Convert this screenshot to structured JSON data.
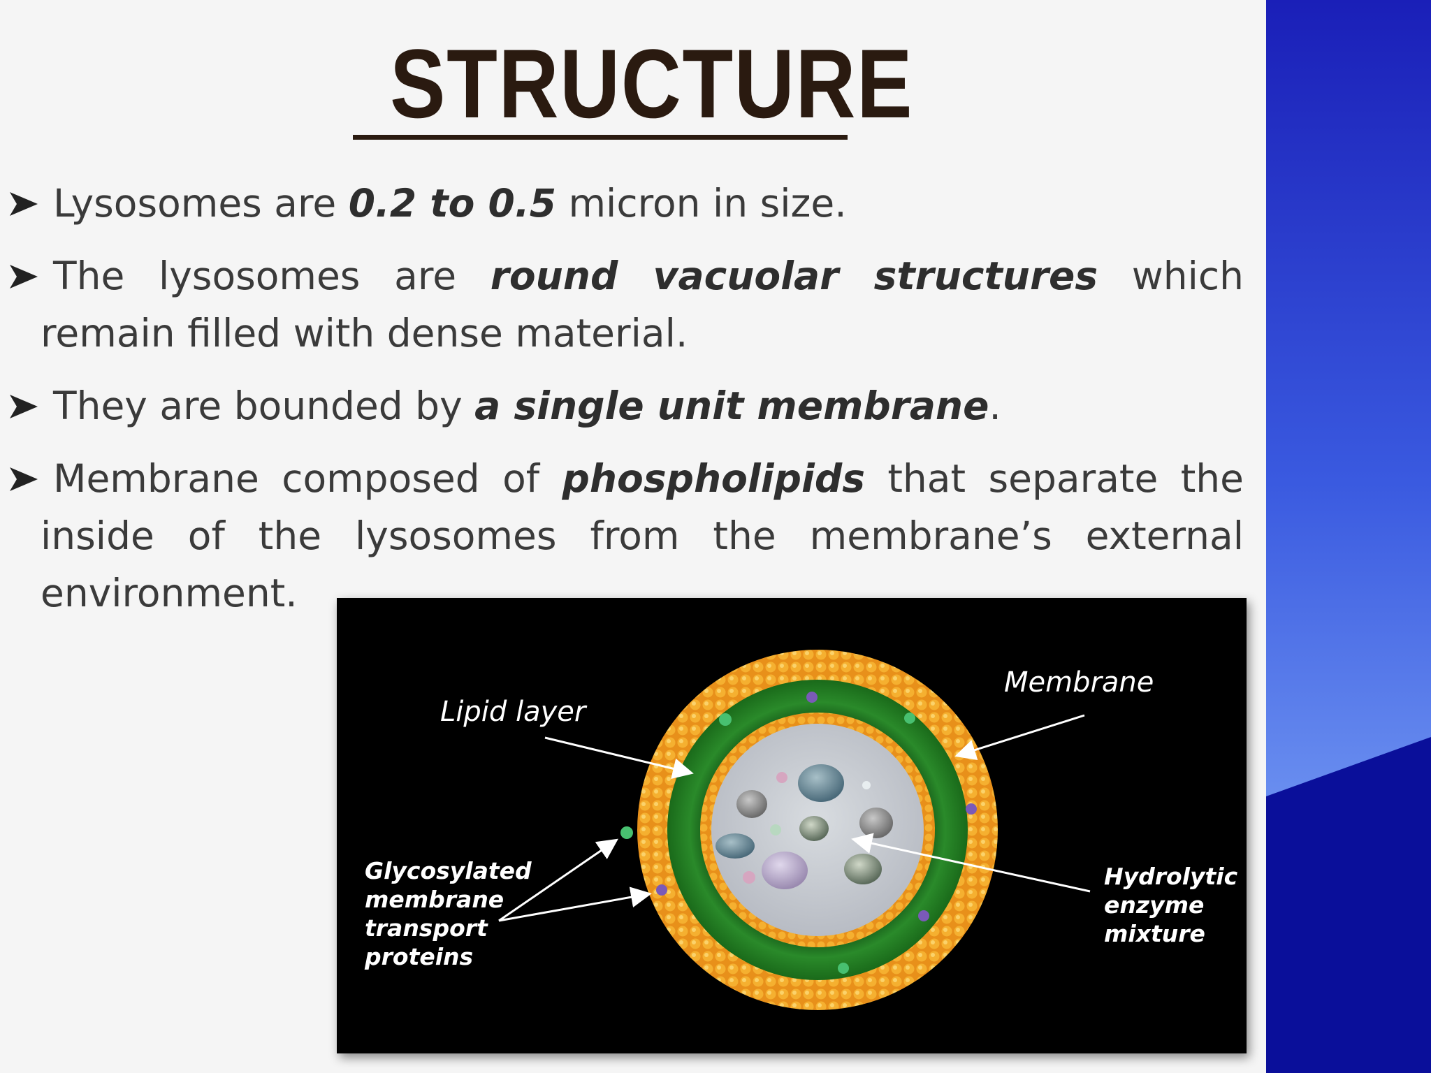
{
  "slide": {
    "title": "STRUCTURE",
    "bullets": [
      {
        "pre": "Lysosomes are ",
        "em": "0.2 to 0.5",
        "post": " micron in size."
      },
      {
        "pre": "The lysosomes are ",
        "em": "round vacuolar structures",
        "post": " which remain filled with dense material."
      },
      {
        "pre": "They are bounded by ",
        "em": "a single unit membrane",
        "post": "."
      },
      {
        "pre": "Membrane composed of ",
        "em": "phospholipids",
        "post": " that separate the inside of the lysosomes from the membrane’s external environment."
      }
    ]
  },
  "figure": {
    "labels": {
      "lipid_layer": "Lipid layer",
      "membrane": "Membrane",
      "glycosylated": "Glycosylated\nmembrane\ntransport\nproteins",
      "hydrolytic": "Hydrolytic\nenzyme\nmixture"
    }
  },
  "colors": {
    "title": "#2a1a10",
    "body_text": "#3a3a3a",
    "band_blue": "#1a2fd0",
    "band_light": "#6a8ff0",
    "band_dark": "#0a0f9a",
    "lipid_orange": "#f0a020",
    "membrane_green": "#1f7a1f",
    "cytoplasm": "#c8ccd2"
  }
}
